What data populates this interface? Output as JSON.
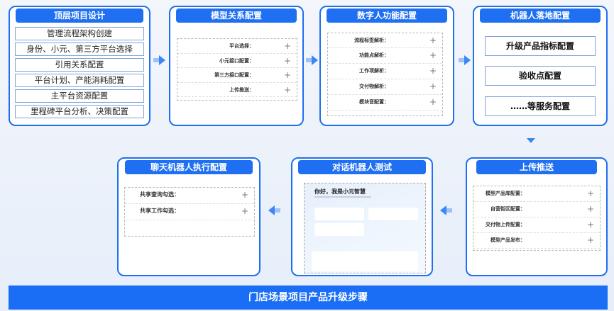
{
  "steps": {
    "s1": {
      "title": "顶层项目设计",
      "items": [
        "管理流程架构创建",
        "身份、小元、第三方平台选择",
        "引用关系配置",
        "平台计划、产能消耗配置",
        "主平台资源配置",
        "里程碑平台分析、决策配置"
      ]
    },
    "s2": {
      "title": "模型关系配置",
      "items": [
        "平台选择：",
        "小元接口配置：",
        "第三方接口配置：",
        "上传推送："
      ]
    },
    "s3": {
      "title": "数字人功能配置",
      "items": [
        "流程标签解析：",
        "功能点解析：",
        "工作项解析：",
        "交付物解析：",
        "模块音配置："
      ]
    },
    "s4": {
      "title": "机器人落地配置",
      "items": [
        "升级产品指标配置",
        "验收点配置",
        "……等服务配置"
      ]
    },
    "s5": {
      "title": "上传推送",
      "items": [
        "模型产品库配置：",
        "自营街区配置：",
        "交付物上传配置：",
        "模型产品发布："
      ]
    },
    "s6": {
      "title": "对话机器人测试",
      "greeting": "你好，我是小元智慧"
    },
    "s7": {
      "title": "聊天机器人执行配置",
      "items": [
        "共享查询勾选：",
        "共享工作勾选："
      ]
    }
  },
  "plus": "+",
  "banner": "门店场景项目产品升级步骤",
  "colors": {
    "accent": "#1f6ff2",
    "banner": "#1a6ef5"
  }
}
